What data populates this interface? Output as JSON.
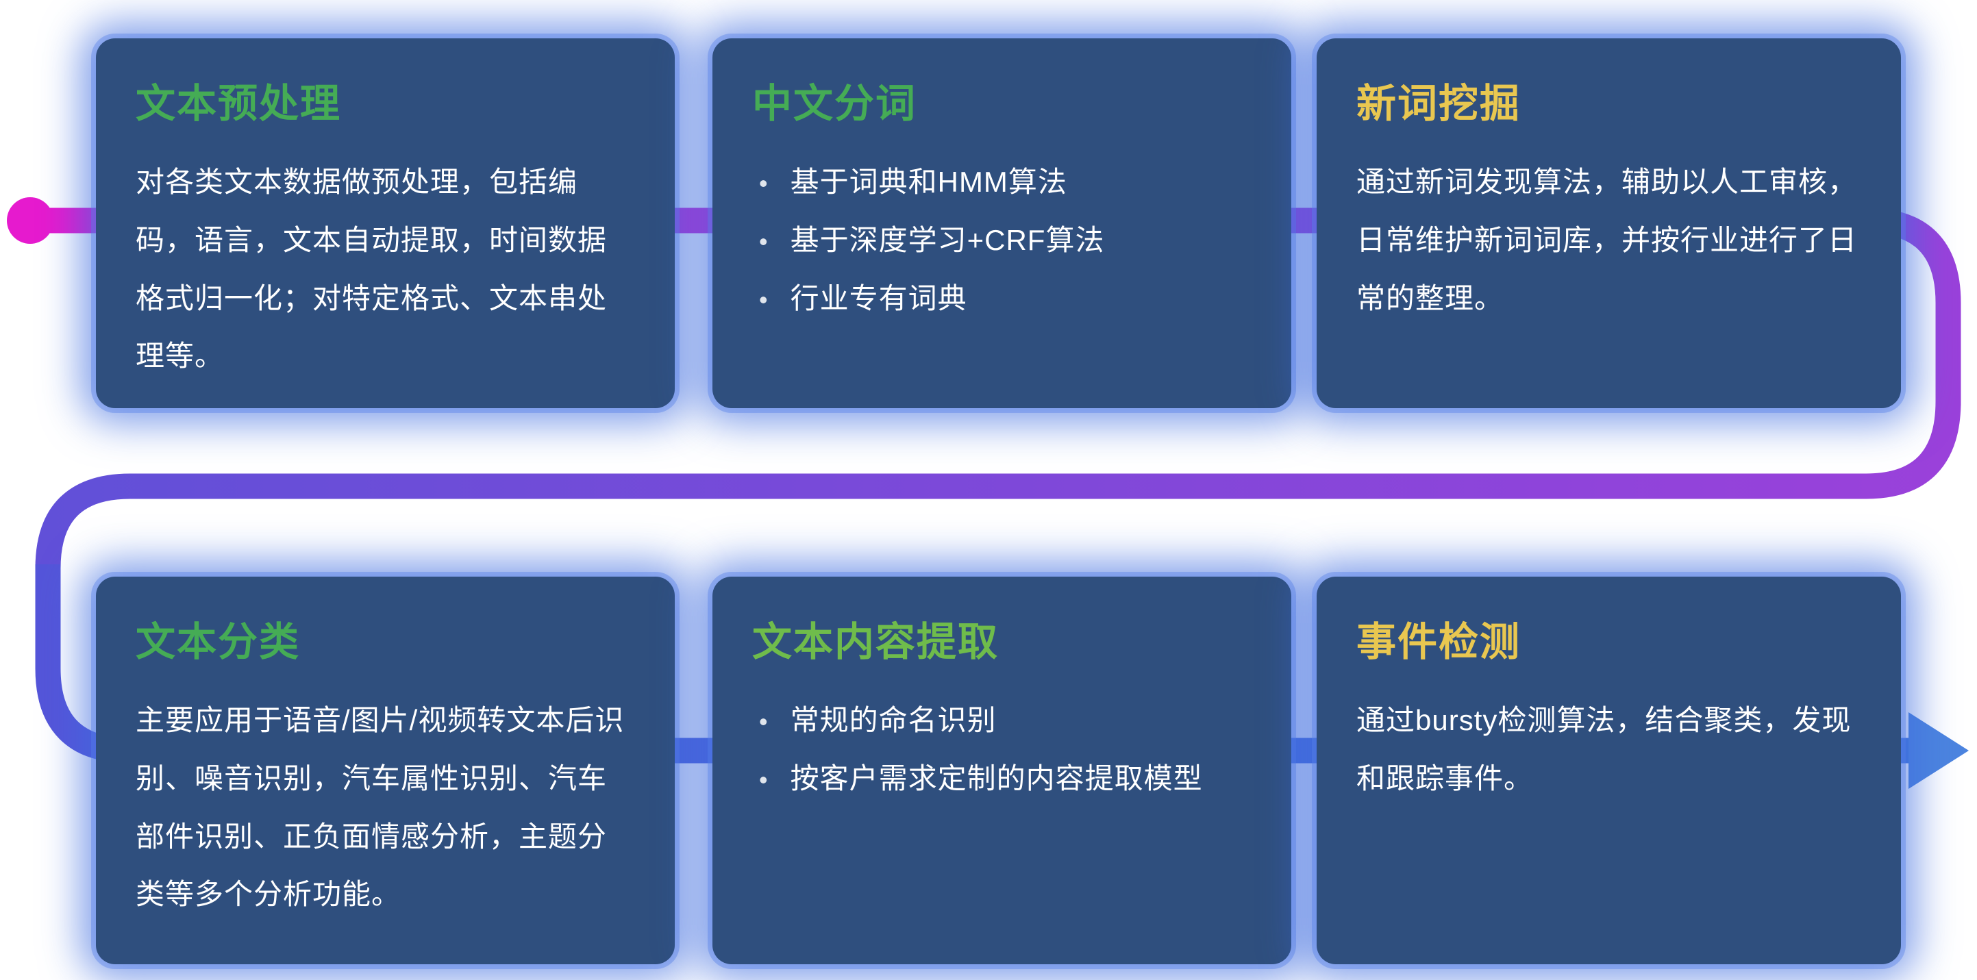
{
  "diagram": {
    "page_bg": "#FFFFFF",
    "card_bg": "#2F4F7E",
    "card_glow": "#3E6CDF",
    "body_text_color": "#FFFFFF",
    "cards": [
      {
        "id": "text-preprocessing",
        "title": "文本预处理",
        "title_color": "#45AC55",
        "body": "对各类文本数据做预处理，包括编码，语言，文本自动提取，时间数据格式归一化；对特定格式、文本串处理等。"
      },
      {
        "id": "chinese-word-segmentation",
        "title": "中文分词",
        "title_color": "#45AC55",
        "bullets": [
          "基于词典和HMM算法",
          "基于深度学习+CRF算法",
          "行业专有词典"
        ]
      },
      {
        "id": "new-word-mining",
        "title": "新词挖掘",
        "title_color": "#E9C750",
        "body": "通过新词发现算法，辅助以人工审核，日常维护新词词库，并按行业进行了日常的整理。"
      },
      {
        "id": "text-classification",
        "title": "文本分类",
        "title_color": "#45AC55",
        "body": "主要应用于语音/图片/视频转文本后识别、噪音识别，汽车属性识别、汽车部件识别、正负面情感分析，主题分类等多个分析功能。"
      },
      {
        "id": "text-content-extraction",
        "title": "文本内容提取",
        "title_color": "#6FBC4B",
        "bullets": [
          "常规的命名识别",
          "按客户需求定制的内容提取模型"
        ]
      },
      {
        "id": "event-detection",
        "title": "事件检测",
        "title_color": "#E9C750",
        "body": "通过bursty检测算法，结合聚类，发现和跟踪事件。"
      }
    ],
    "flow": {
      "start_dot_color": "#E61ACE",
      "gradient_top": [
        "#E61ACE",
        "#9A41DA"
      ],
      "gradient_middle": [
        "#9A41DA",
        "#6150D8"
      ],
      "gradient_bottom": [
        "#5455D9",
        "#4478DB"
      ],
      "arrow_color": "#4C84DF"
    }
  }
}
